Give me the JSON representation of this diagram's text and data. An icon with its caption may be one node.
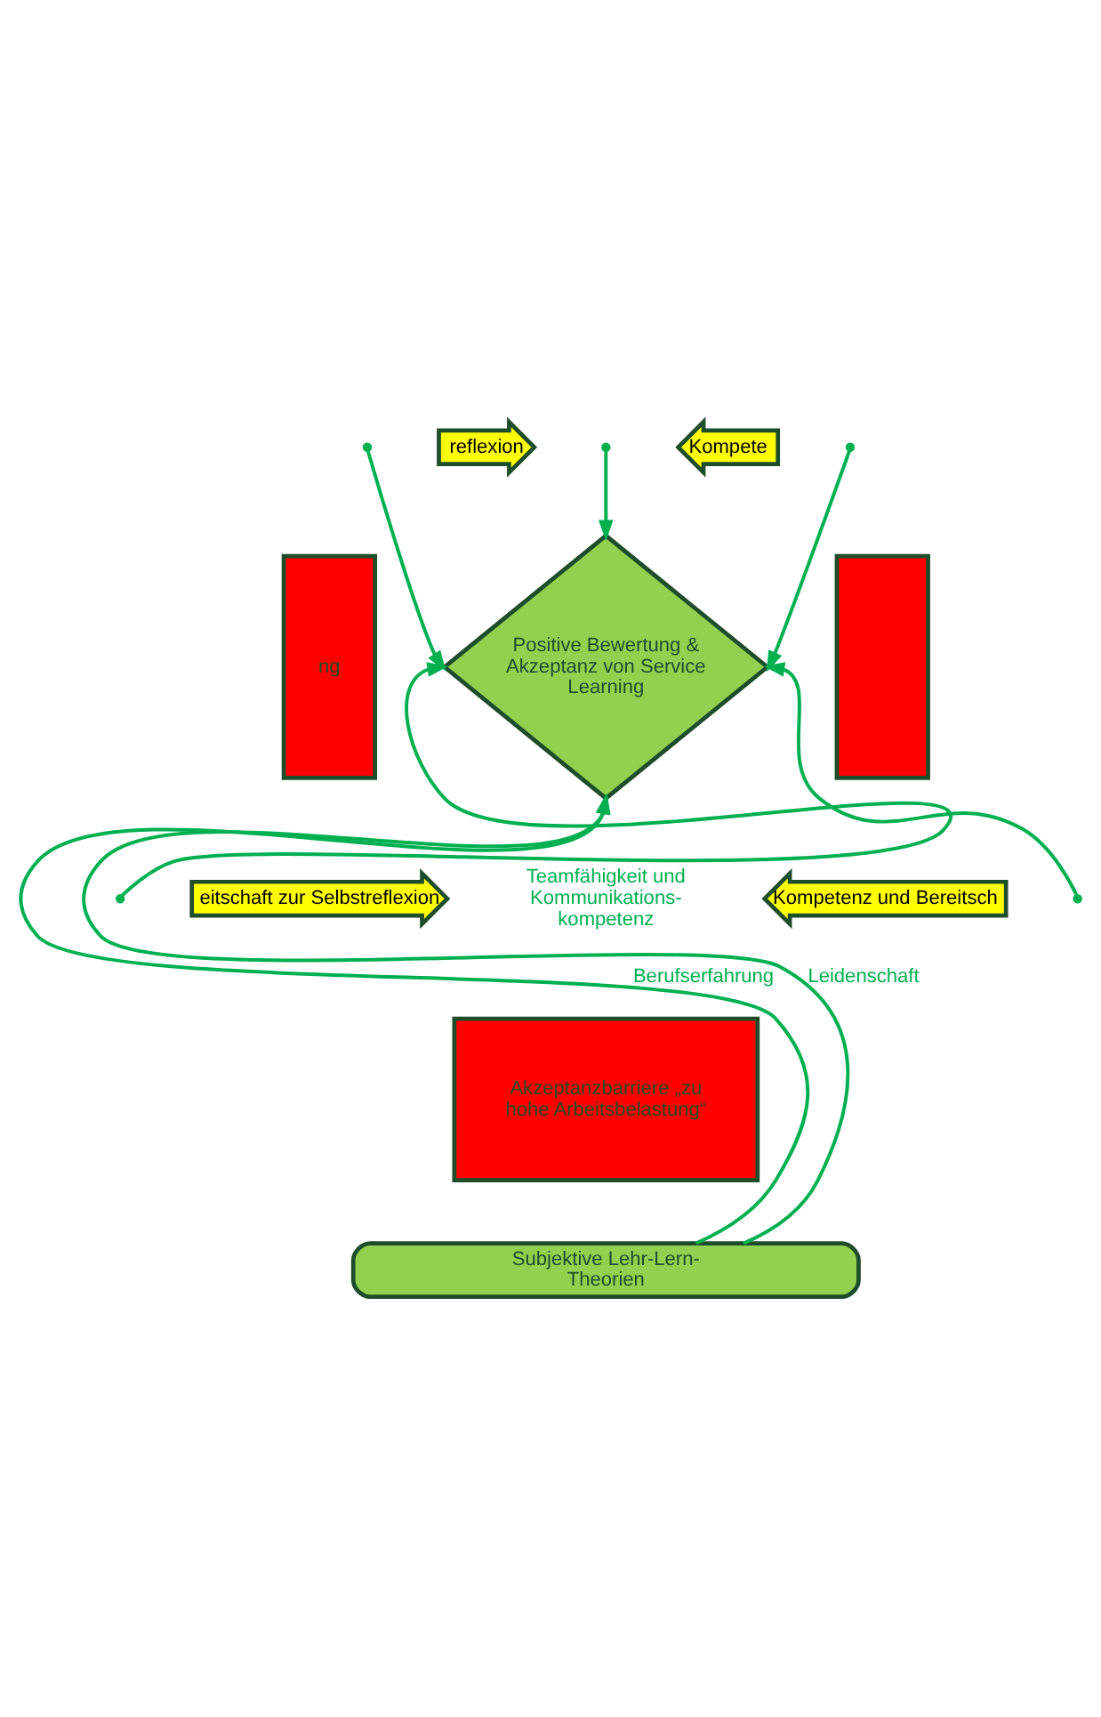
{
  "diagram": {
    "nodes": [
      {
        "text": [
          "Positive Bewertung & Akzeptanz von Service Learning"
        ]
      },
      {
        "text": [
          "ng"
        ]
      },
      {
        "text": [],
        "shape": "box"
      },
      {
        "text": [
          "reflexion"
        ]
      },
      {
        "text": [
          "Kompete"
        ]
      },
      {
        "text": [
          "eitschaft zur Selbstreflexion"
        ]
      },
      {
        "text": [
          "Kompetenz und Bereitsch"
        ]
      },
      {
        "text": [
          "Akzeptanzbarriere „zu hohe Arbeitsbelastung“"
        ]
      },
      {
        "text": [
          "Subjektive Lehr-Lern- Theorien"
        ]
      }
    ],
    "edges": [
      {
        "from": null,
        "to": 0,
        "arrow": "to"
      },
      {
        "from": null,
        "to": 0,
        "arrow": "to"
      },
      {
        "from": null,
        "to": 0,
        "arrow": "to"
      },
      {
        "from": null,
        "to": 0,
        "arrow": "to"
      },
      {
        "from": null,
        "to": 0,
        "arrow": "to"
      },
      {
        "from": 8,
        "to": 0,
        "arrow": "to",
        "label": "Berufserfahrung"
      },
      {
        "from": 8,
        "to": 0,
        "arrow": "to",
        "label": "Leidenschaft"
      }
    ],
    "labels": [
      "Teamfähigkeit und Kommunikations- kompetenz"
    ]
  }
}
